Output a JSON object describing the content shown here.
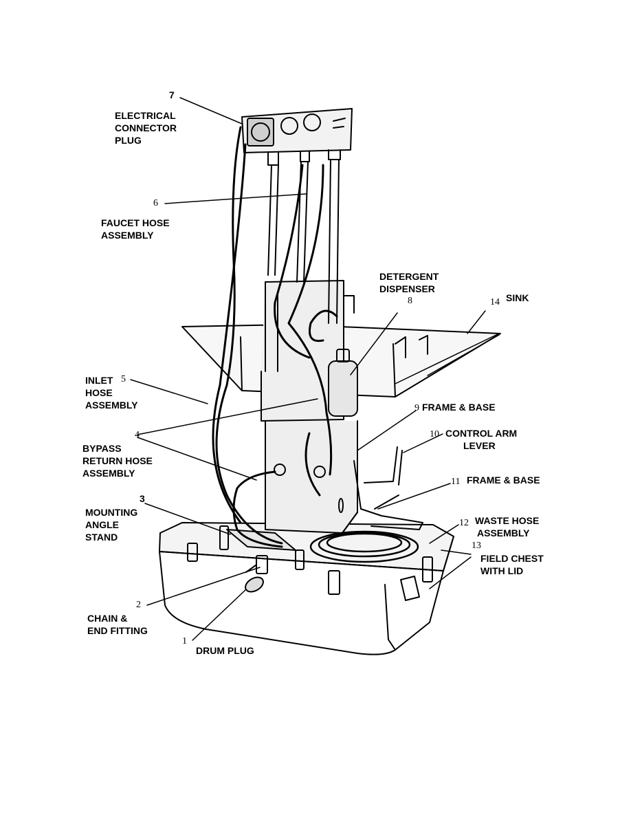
{
  "callouts": [
    {
      "number": "7",
      "lines": [
        "ELECTRICAL",
        "CONNECTOR",
        "PLUG"
      ]
    },
    {
      "number": "6",
      "lines": [
        "FAUCET HOSE",
        "ASSEMBLY"
      ]
    },
    {
      "number": "8",
      "lines": [
        "DETERGENT",
        "DISPENSER"
      ]
    },
    {
      "number": "14",
      "lines": [
        "SINK"
      ]
    },
    {
      "number": "5",
      "lines": [
        "INLET",
        "HOSE",
        "ASSEMBLY"
      ]
    },
    {
      "number": "9",
      "lines": [
        "FRAME & BASE"
      ]
    },
    {
      "number": "4",
      "lines": [
        "BYPASS",
        "RETURN HOSE",
        "ASSEMBLY"
      ]
    },
    {
      "number": "10",
      "lines": [
        "CONTROL ARM",
        "LEVER"
      ]
    },
    {
      "number": "11",
      "lines": [
        "FRAME & BASE"
      ]
    },
    {
      "number": "3",
      "lines": [
        "MOUNTING",
        "ANGLE",
        "STAND"
      ]
    },
    {
      "number": "12",
      "lines": [
        "WASTE HOSE",
        "ASSEMBLY"
      ]
    },
    {
      "number": "13",
      "lines": [
        "FIELD CHEST",
        "WITH LID"
      ]
    },
    {
      "number": "2",
      "lines": [
        "CHAIN &",
        "END FITTING"
      ]
    },
    {
      "number": "1",
      "lines": [
        "DRUM PLUG"
      ]
    }
  ]
}
